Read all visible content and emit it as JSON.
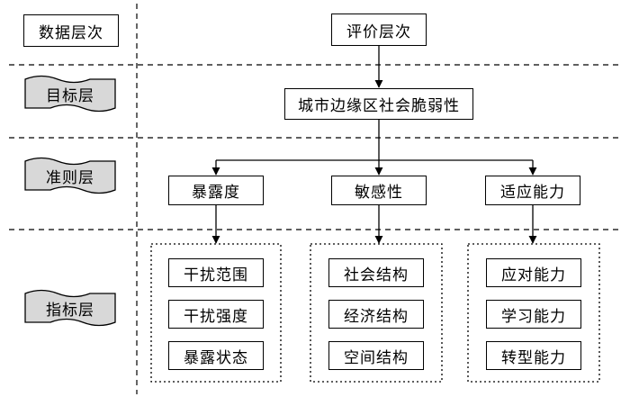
{
  "layers": {
    "header": "数据层次",
    "target": "目标层",
    "criteria": "准则层",
    "indicator": "指标层"
  },
  "evaluation": "评价层次",
  "goal": "城市边缘区社会脆弱性",
  "criteria": [
    "暴露度",
    "敏感性",
    "适应能力"
  ],
  "indicators": [
    [
      "干扰范围",
      "干扰强度",
      "暴露状态"
    ],
    [
      "社会结构",
      "经济结构",
      "空间结构"
    ],
    [
      "应对能力",
      "学习能力",
      "转型能力"
    ]
  ]
}
